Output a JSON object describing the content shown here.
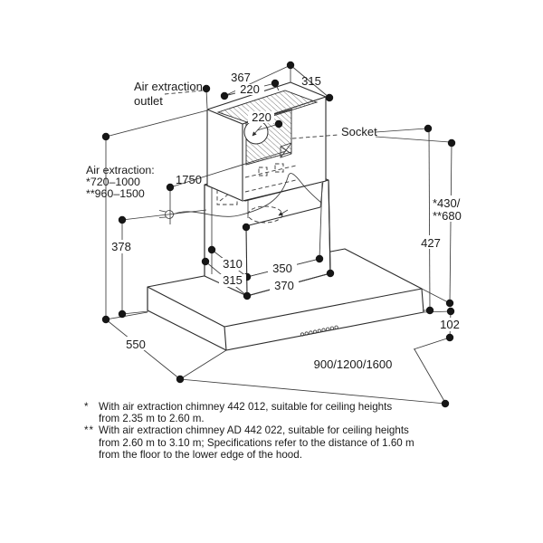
{
  "labels": {
    "air_outlet_line1": "Air extraction",
    "air_outlet_line2": "outlet",
    "socket": "Socket",
    "air_note_title": "Air extraction:",
    "air_note_range1": "*720–1000",
    "air_note_range2": "**960–1500"
  },
  "dimensions": {
    "top_width": "367",
    "top_opening_width": "220",
    "top_depth": "315",
    "duct_diameter": "220",
    "socket_height": "1750",
    "plug_offset": "378",
    "chimney_mid_height_1": "310",
    "chimney_mid_height_2": "315",
    "chimney_width_inner": "350",
    "chimney_width_outer": "370",
    "chimney_height_variants_1": "*430/",
    "chimney_height_variants_2": "**680",
    "socket_to_hood": "427",
    "body_edge_height": "102",
    "hood_depth": "550",
    "hood_widths": "900/1200/1600"
  },
  "footnotes": [
    {
      "marker": "*",
      "lines": [
        "With air extraction chimney 442 012, suitable for ceiling heights",
        "from 2.35 m to 2.60 m."
      ]
    },
    {
      "marker": "**",
      "lines": [
        "With air extraction chimney AD 442 022, suitable for ceiling heights",
        "from 2.60 m to 3.10 m; Specifications refer to the distance of 1.60 m",
        "from the floor to the lower edge of the hood."
      ]
    }
  ],
  "colors": {
    "ink": "#2b2b2b",
    "text": "#1a1a1a",
    "background": "#ffffff"
  }
}
